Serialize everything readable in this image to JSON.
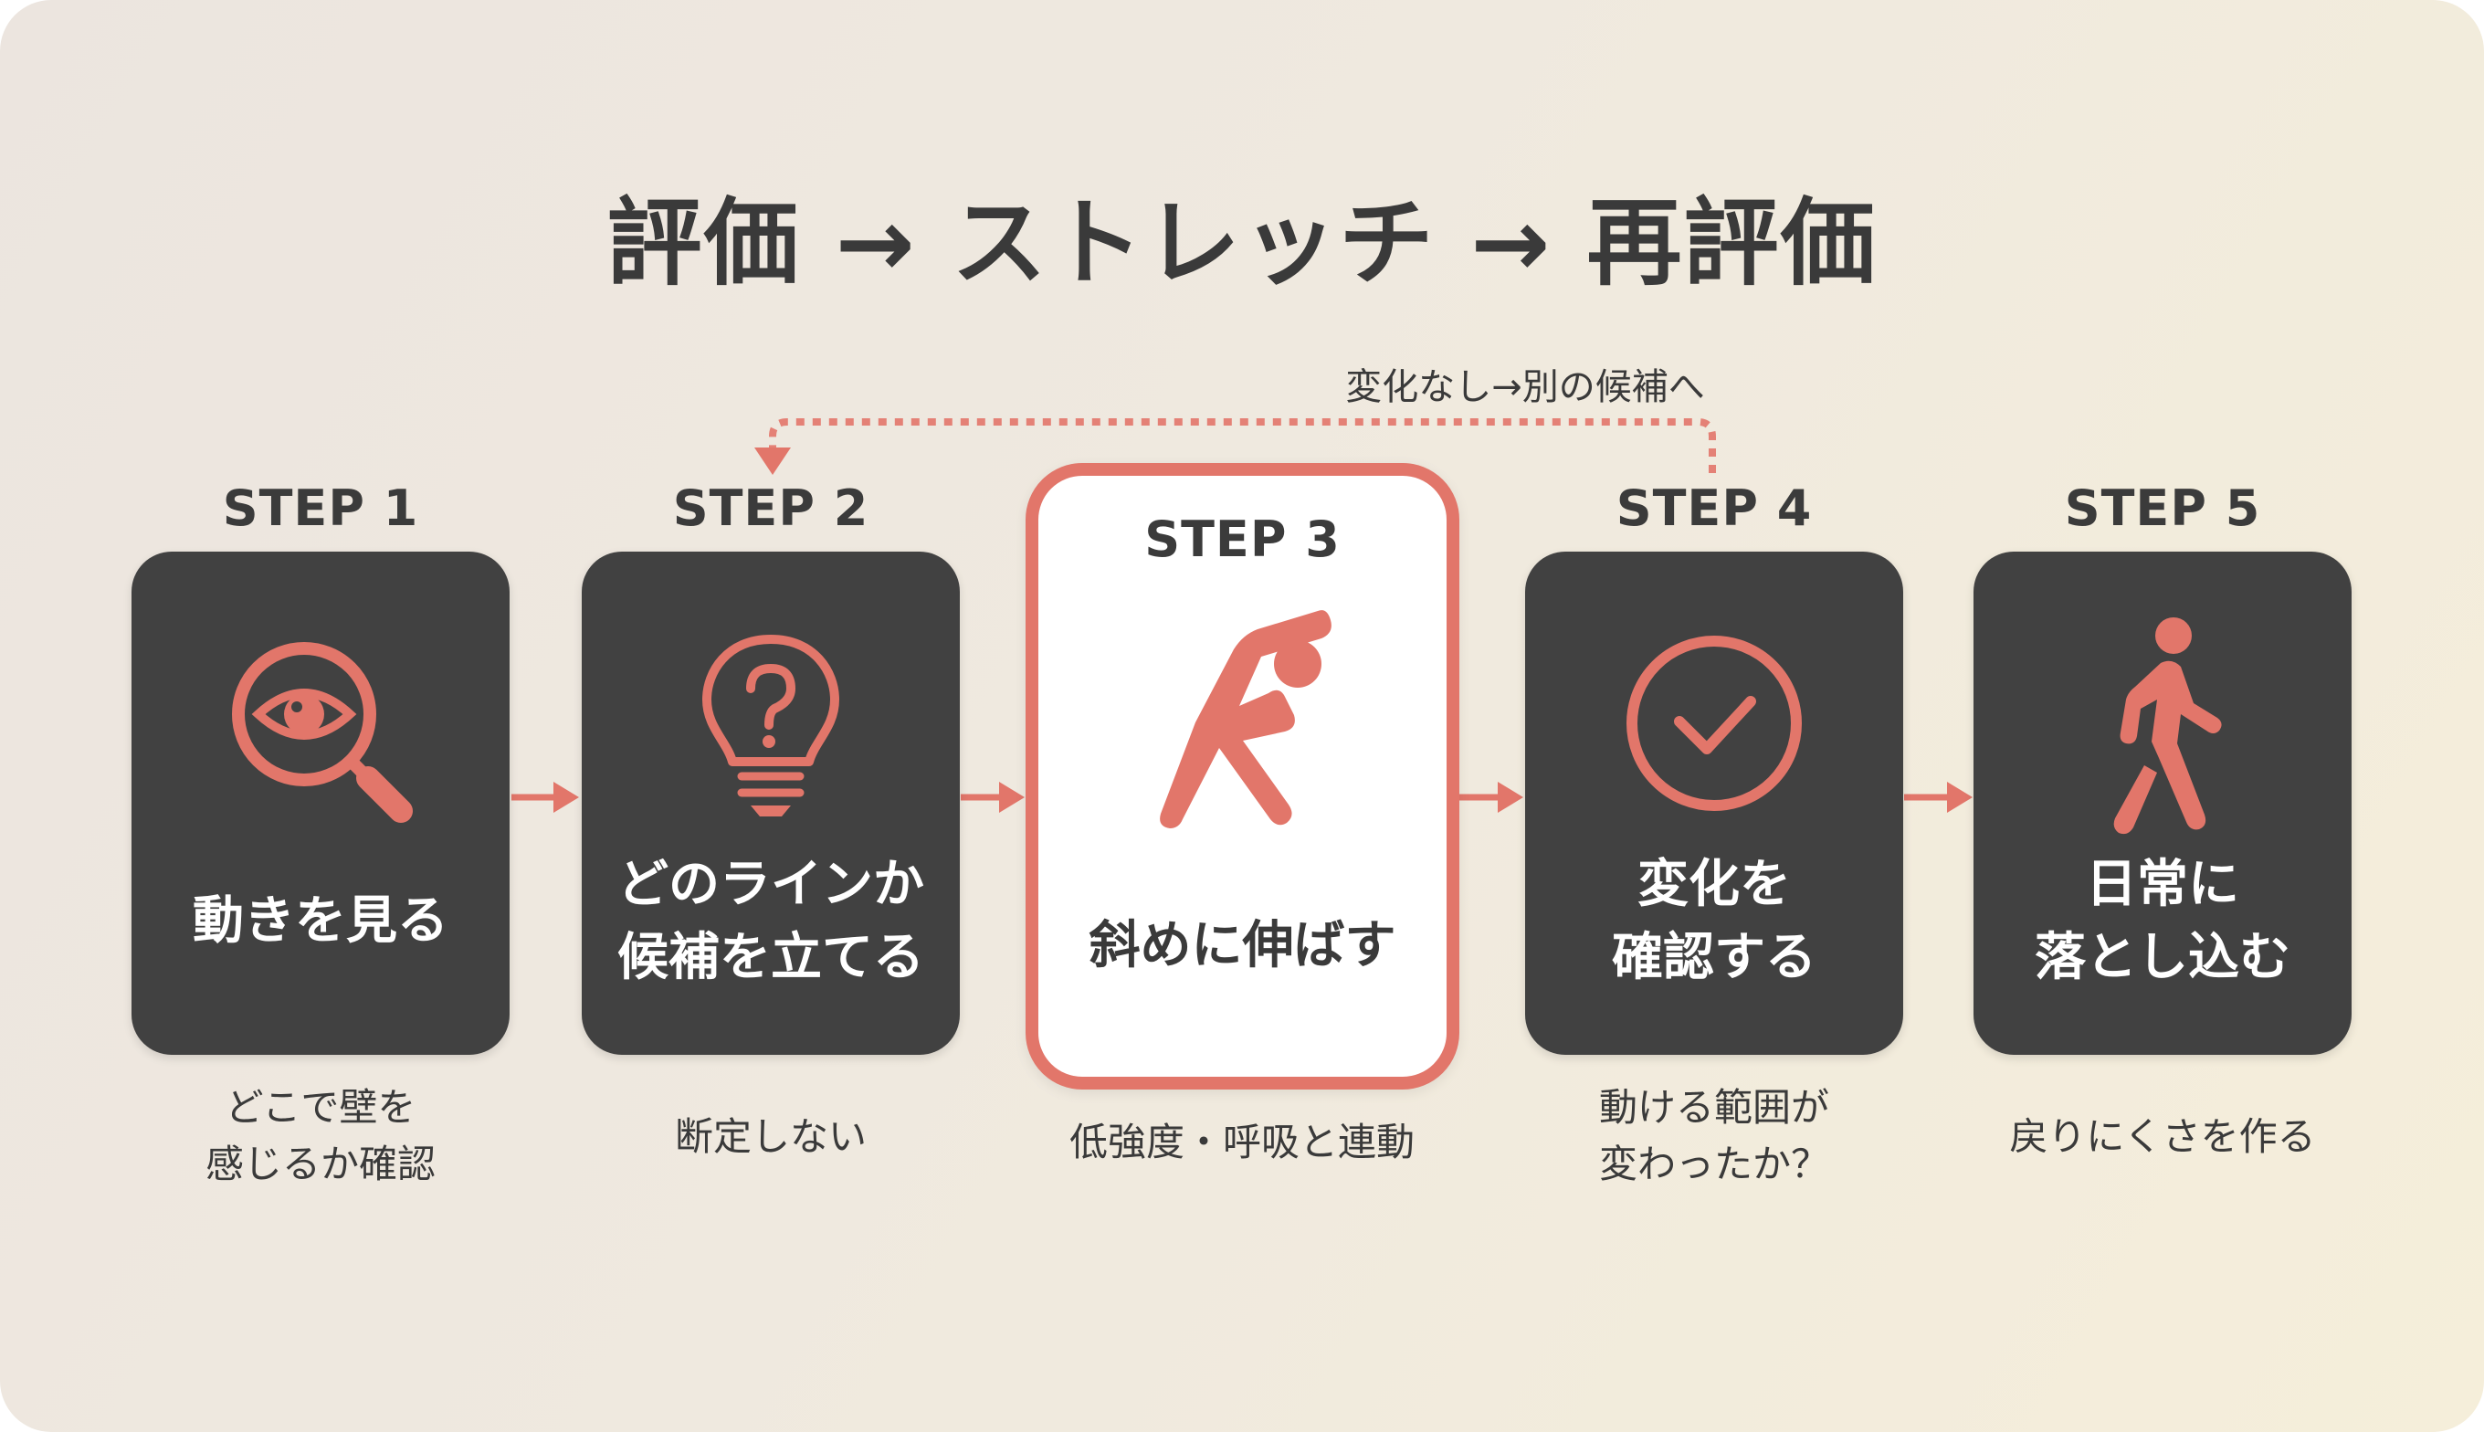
{
  "title": "評価 → ストレッチ → 再評価",
  "loop": {
    "label": "変化なし→別の候補へ",
    "from_step": 4,
    "to_step": 2,
    "style": "dotted"
  },
  "colors": {
    "accent": "#E2766A",
    "card_dark": "#414141",
    "text_dark": "#3A3A3A",
    "highlight_fill": "#FFFFFF",
    "background_start": "#ECE5DF",
    "background_end": "#F5EEDA"
  },
  "steps": [
    {
      "label": "STEP 1",
      "icon": "magnifier-eye-icon",
      "title_lines": [
        "動きを見る"
      ],
      "note_lines": [
        "どこで壁を",
        "感じるか確認"
      ],
      "highlighted": false
    },
    {
      "label": "STEP 2",
      "icon": "lightbulb-question-icon",
      "title_lines": [
        "どのラインか",
        "候補を立てる"
      ],
      "note_lines": [
        "断定しない"
      ],
      "highlighted": false
    },
    {
      "label": "STEP 3",
      "icon": "side-stretch-person-icon",
      "title_lines": [
        "斜めに伸ばす"
      ],
      "note_lines": [
        "低強度・呼吸と連動"
      ],
      "highlighted": true
    },
    {
      "label": "STEP 4",
      "icon": "check-circle-icon",
      "title_lines": [
        "変化を",
        "確認する"
      ],
      "note_lines": [
        "動ける範囲が",
        "変わったか？"
      ],
      "highlighted": false
    },
    {
      "label": "STEP 5",
      "icon": "walking-person-icon",
      "title_lines": [
        "日常に",
        "落とし込む"
      ],
      "note_lines": [
        "戻りにくさを作る"
      ],
      "highlighted": false
    }
  ]
}
